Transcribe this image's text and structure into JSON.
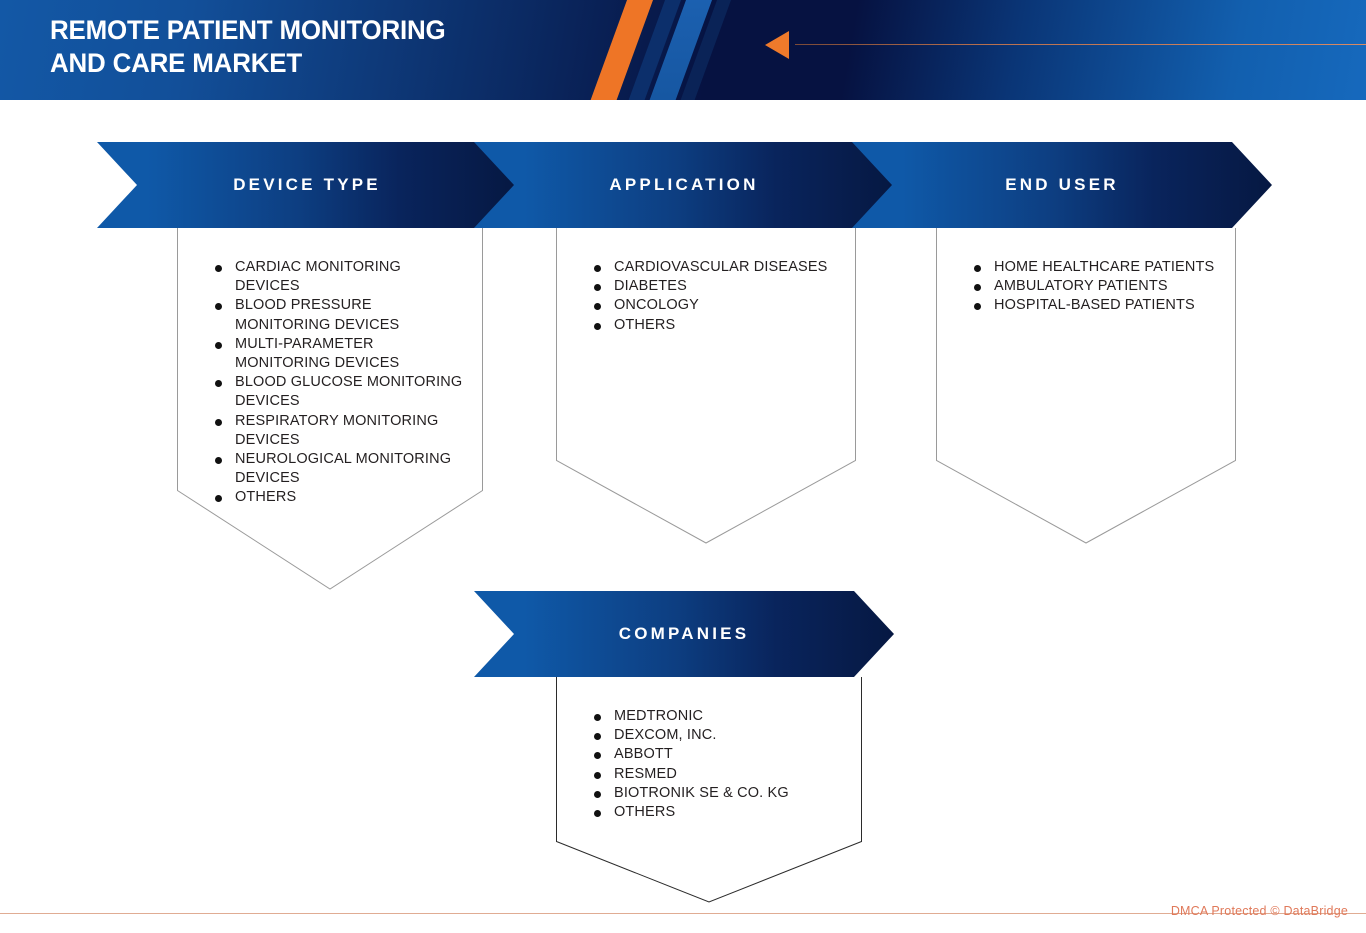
{
  "header": {
    "title": "REMOTE PATIENT MONITORING\nAND CARE MARKET",
    "accent_orange": "#ee7526",
    "accent_blue": "#1d63b4",
    "background_navy": "#061241",
    "arrow_icon": "left-arrow-icon"
  },
  "sections": [
    {
      "id": "device-type",
      "label": "DEVICE TYPE",
      "items": [
        "CARDIAC MONITORING DEVICES",
        "BLOOD PRESSURE MONITORING DEVICES",
        "MULTI-PARAMETER MONITORING DEVICES",
        "BLOOD GLUCOSE MONITORING DEVICES",
        "RESPIRATORY MONITORING DEVICES",
        "NEUROLOGICAL MONITORING DEVICES",
        "OTHERS"
      ]
    },
    {
      "id": "application",
      "label": "APPLICATION",
      "items": [
        "CARDIOVASCULAR DISEASES",
        "DIABETES",
        "ONCOLOGY",
        "OTHERS"
      ]
    },
    {
      "id": "end-user",
      "label": "END USER",
      "items": [
        "HOME HEALTHCARE PATIENTS",
        "AMBULATORY PATIENTS",
        "HOSPITAL-BASED PATIENTS"
      ]
    },
    {
      "id": "companies",
      "label": "COMPANIES",
      "items": [
        "MEDTRONIC",
        "DEXCOM, INC.",
        "ABBOTT",
        "RESMED",
        "BIOTRONIK SE & CO. KG",
        "OTHERS"
      ]
    }
  ],
  "footer": {
    "dmca_text": "DMCA Protected © DataBridge",
    "rule_color": "#e0ac93",
    "text_color": "#e0795a"
  }
}
